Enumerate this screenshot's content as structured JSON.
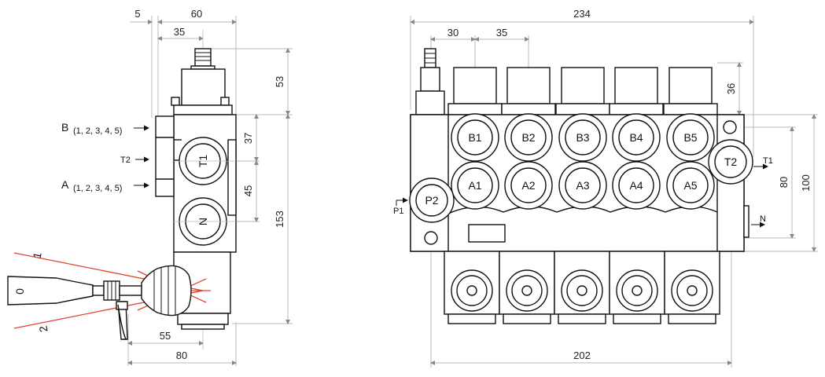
{
  "side_view": {
    "dims": {
      "d5": "5",
      "d60": "60",
      "d35": "35",
      "d53": "53",
      "d37": "37",
      "d45": "45",
      "d153": "153",
      "d55": "55",
      "d80": "80"
    },
    "labels": {
      "b_main": "B",
      "b_sub": "(1, 2, 3, 4, 5)",
      "t2": "T2",
      "a_main": "A",
      "a_sub": "(1, 2, 3, 4, 5)",
      "port_t1": "T1",
      "port_n": "N",
      "lever_0": "0",
      "lever_1": "1",
      "lever_2": "2"
    }
  },
  "front_view": {
    "dims": {
      "d234": "234",
      "d30": "30",
      "d35": "35",
      "d36": "36",
      "d80": "80",
      "d100": "100",
      "d202": "202"
    },
    "ports": {
      "b": [
        "B1",
        "B2",
        "B3",
        "B4",
        "B5"
      ],
      "a": [
        "A1",
        "A2",
        "A3",
        "A4",
        "A5"
      ],
      "p2": "P2",
      "t2": "T2"
    },
    "labels": {
      "p1": "P1",
      "t1": "T1",
      "n": "N"
    }
  },
  "colors": {
    "line": "#111111",
    "dimension": "#b9b9b9",
    "lever_range": "#e0452f"
  }
}
